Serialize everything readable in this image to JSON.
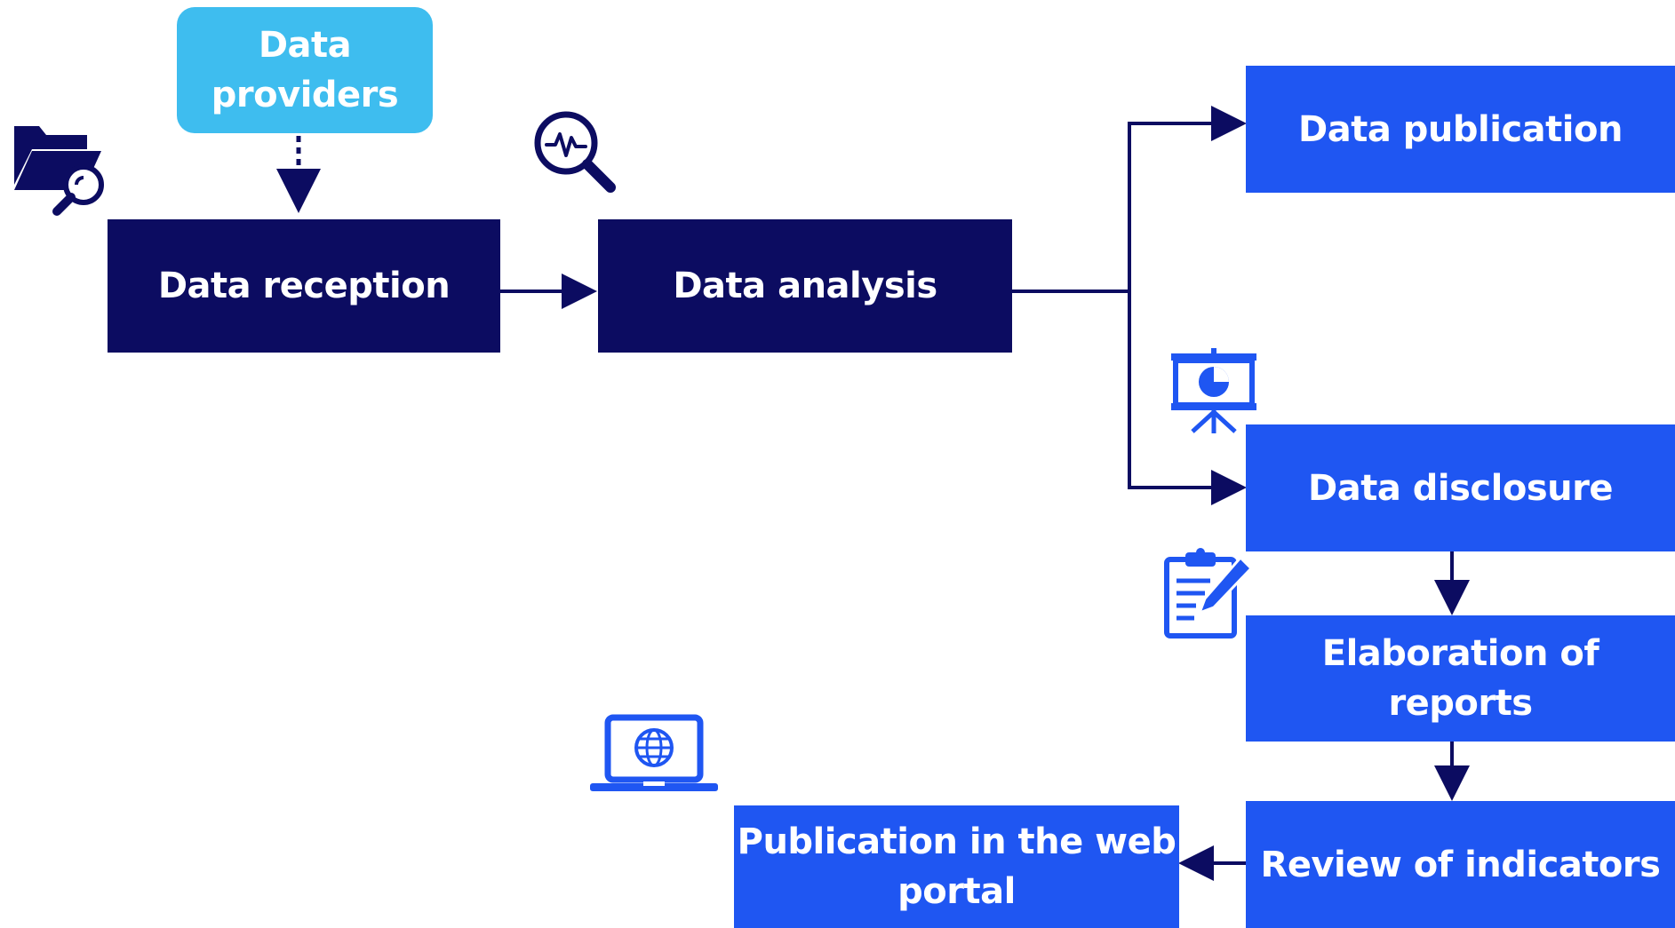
{
  "colors": {
    "dark_navy": "#0c0c61",
    "primary_blue": "#1f56f2",
    "light_blue": "#3ebdef",
    "text": "#ffffff"
  },
  "nodes": {
    "providers": "Data providers",
    "reception": "Data reception",
    "analysis": "Data analysis",
    "publication": "Data publication",
    "disclosure": "Data disclosure",
    "reports": "Elaboration of reports",
    "indicators": "Review of indicators",
    "web_portal": "Publication in the web portal"
  },
  "icons": {
    "reception": "folder-search-icon",
    "analysis": "pulse-magnifier-icon",
    "disclosure": "presentation-board-icon",
    "reports": "clipboard-edit-icon",
    "web_portal": "laptop-globe-icon"
  },
  "edges": [
    {
      "from": "Data providers",
      "to": "Data reception",
      "style": "dotted"
    },
    {
      "from": "Data reception",
      "to": "Data analysis",
      "style": "solid"
    },
    {
      "from": "Data analysis",
      "to": "Data publication",
      "style": "solid"
    },
    {
      "from": "Data analysis",
      "to": "Data disclosure",
      "style": "solid"
    },
    {
      "from": "Data disclosure",
      "to": "Elaboration of reports",
      "style": "solid"
    },
    {
      "from": "Elaboration of reports",
      "to": "Review of indicators",
      "style": "solid"
    },
    {
      "from": "Review of indicators",
      "to": "Publication in the web portal",
      "style": "solid"
    }
  ]
}
